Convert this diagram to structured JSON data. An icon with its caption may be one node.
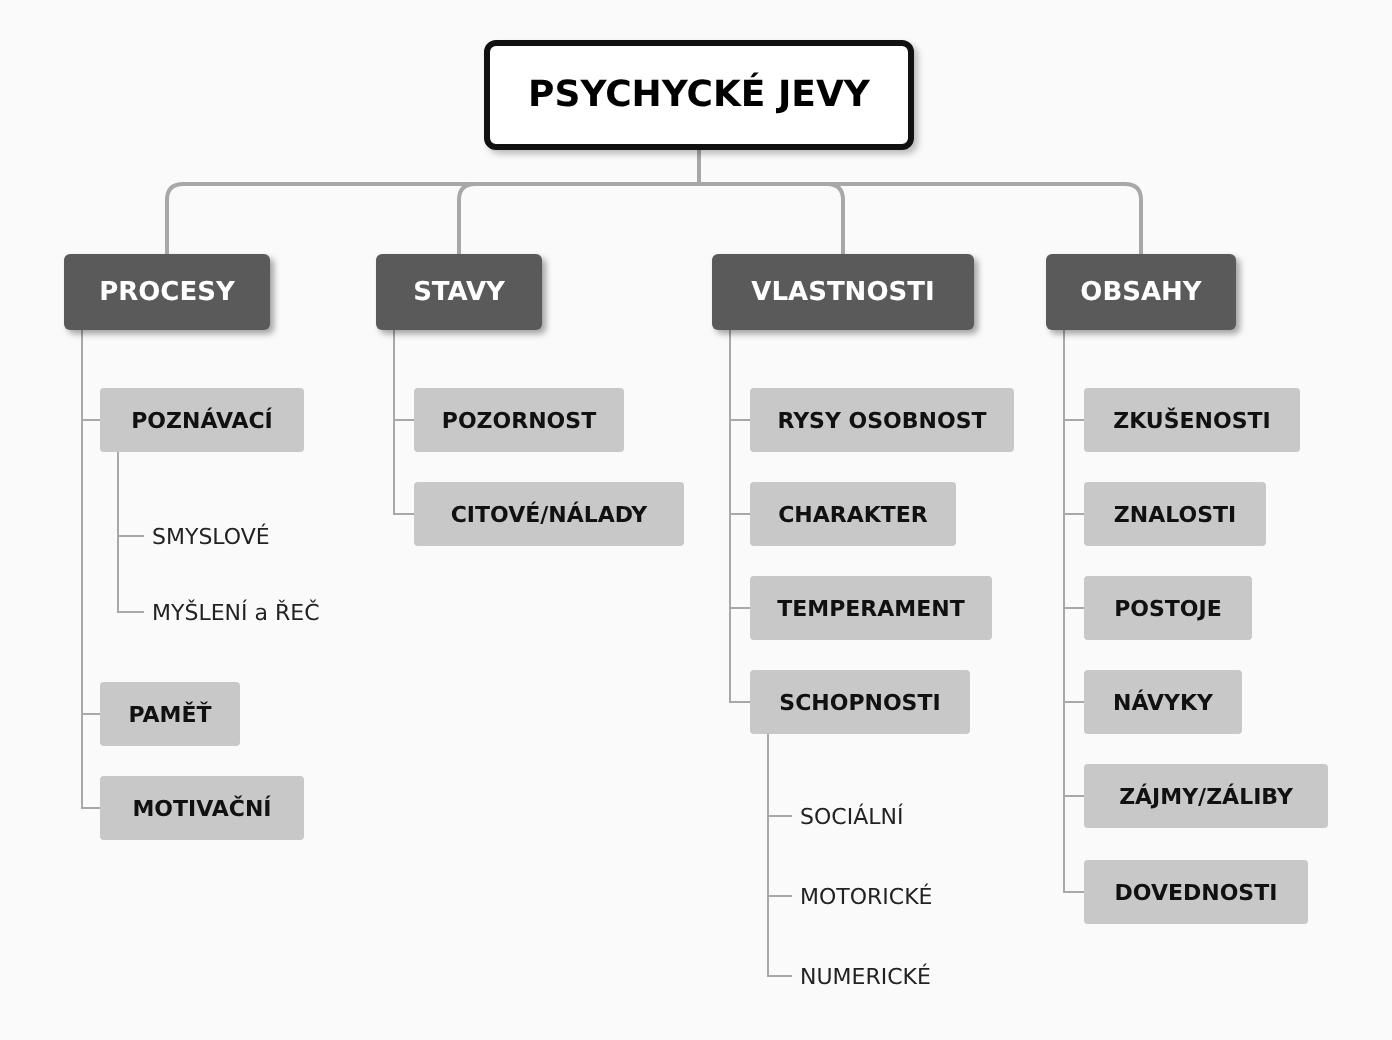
{
  "diagram": {
    "nodes": [
      {
        "text": [
          "PSYCHYCKÉ JEVY"
        ]
      },
      {
        "text": [
          "PROCESY"
        ]
      },
      {
        "text": [
          "STAVY"
        ]
      },
      {
        "text": [
          "VLASTNOSTI"
        ]
      },
      {
        "text": [
          "OBSAHY"
        ]
      },
      {
        "text": [
          "POZNÁVACÍ"
        ]
      },
      {
        "text": [
          "SMYSLOVÉ"
        ]
      },
      {
        "text": [
          "MYŠLENÍ a ŘEČ"
        ]
      },
      {
        "text": [
          "PAMĚŤ"
        ]
      },
      {
        "text": [
          "MOTIVAČNÍ"
        ]
      },
      {
        "text": [
          "POZORNOST"
        ]
      },
      {
        "text": [
          "CITOVÉ/NÁLADY"
        ]
      },
      {
        "text": [
          "RYSY OSOBNOST"
        ]
      },
      {
        "text": [
          "CHARAKTER"
        ]
      },
      {
        "text": [
          "TEMPERAMENT"
        ]
      },
      {
        "text": [
          "SCHOPNOSTI"
        ]
      },
      {
        "text": [
          "SOCIÁLNÍ"
        ]
      },
      {
        "text": [
          "MOTORICKÉ"
        ]
      },
      {
        "text": [
          "NUMERICKÉ"
        ]
      },
      {
        "text": [
          "ZKUŠENOSTI"
        ]
      },
      {
        "text": [
          "ZNALOSTI"
        ]
      },
      {
        "text": [
          "POSTOJE"
        ]
      },
      {
        "text": [
          "NÁVYKY"
        ]
      },
      {
        "text": [
          "ZÁJMY/ZÁLIBY"
        ]
      },
      {
        "text": [
          "DOVEDNOSTI"
        ]
      }
    ],
    "edges": [
      {
        "from": 0,
        "to": 1,
        "arrow": "none"
      },
      {
        "from": 0,
        "to": 2,
        "arrow": "none"
      },
      {
        "from": 0,
        "to": 3,
        "arrow": "none"
      },
      {
        "from": 0,
        "to": 4,
        "arrow": "none"
      },
      {
        "from": 1,
        "to": 5,
        "arrow": "none"
      },
      {
        "from": 5,
        "to": 6,
        "arrow": "none"
      },
      {
        "from": 5,
        "to": 7,
        "arrow": "none"
      },
      {
        "from": 1,
        "to": 8,
        "arrow": "none"
      },
      {
        "from": 1,
        "to": 9,
        "arrow": "none"
      },
      {
        "from": 2,
        "to": 10,
        "arrow": "none"
      },
      {
        "from": 2,
        "to": 11,
        "arrow": "none"
      },
      {
        "from": 3,
        "to": 12,
        "arrow": "none"
      },
      {
        "from": 3,
        "to": 13,
        "arrow": "none"
      },
      {
        "from": 3,
        "to": 14,
        "arrow": "none"
      },
      {
        "from": 3,
        "to": 15,
        "arrow": "none"
      },
      {
        "from": 15,
        "to": 16,
        "arrow": "none"
      },
      {
        "from": 15,
        "to": 17,
        "arrow": "none"
      },
      {
        "from": 15,
        "to": 18,
        "arrow": "none"
      },
      {
        "from": 4,
        "to": 19,
        "arrow": "none"
      },
      {
        "from": 4,
        "to": 20,
        "arrow": "none"
      },
      {
        "from": 4,
        "to": 21,
        "arrow": "none"
      },
      {
        "from": 4,
        "to": 22,
        "arrow": "none"
      },
      {
        "from": 4,
        "to": 23,
        "arrow": "none"
      },
      {
        "from": 4,
        "to": 24,
        "arrow": "none"
      }
    ]
  }
}
